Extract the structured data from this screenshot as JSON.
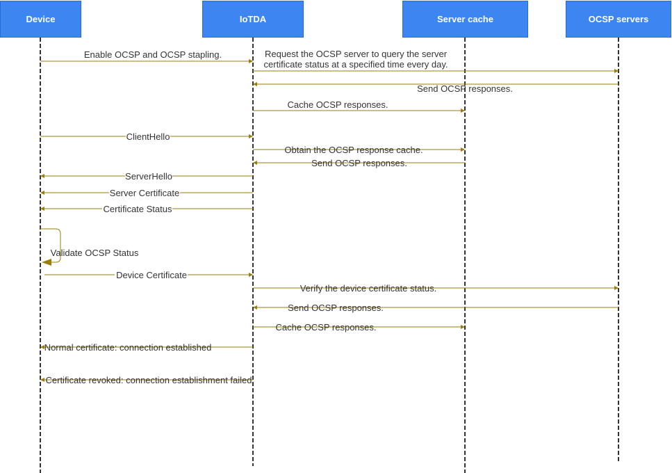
{
  "actors": {
    "device": "Device",
    "iotda": "IoTDA",
    "cache": "Server cache",
    "ocsp": "OCSP servers"
  },
  "messages": {
    "m1": "Enable OCSP and OCSP stapling.",
    "m2a": "Request the OCSP server to query the server",
    "m2b": "certificate status at a specified time every day.",
    "m3": "Send OCSP responses.",
    "m4": "Cache OCSP responses.",
    "m5": "ClientHello",
    "m6": "Obtain the OCSP response cache.",
    "m7": "Send OCSP responses.",
    "m8": "ServerHello",
    "m9": "Server Certificate",
    "m10": "Certificate Status",
    "m11": "Validate OCSP Status",
    "m12": "Device Certificate",
    "m13": "Verify the device certificate status.",
    "m14": "Send OCSP responses.",
    "m15": "Cache OCSP responses.",
    "m16": "Normal certificate: connection established",
    "m17": "Certificate revoked: connection establishment failed"
  }
}
